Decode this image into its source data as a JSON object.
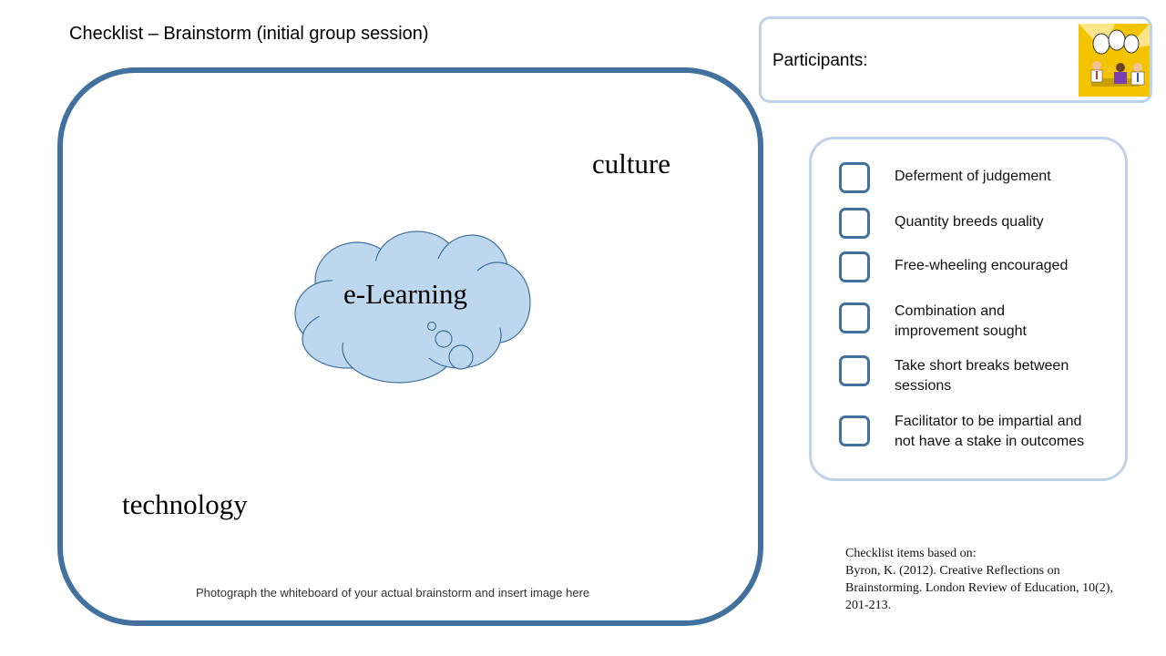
{
  "title": "Checklist – Brainstorm (initial group session)",
  "whiteboard": {
    "center_topic": "e-Learning",
    "words": [
      "culture",
      "technology"
    ],
    "hint": "Photograph the whiteboard of your actual brainstorm and insert image here"
  },
  "participants": {
    "label": "Participants:"
  },
  "checklist": {
    "items": [
      {
        "label": "Deferment of judgement",
        "checked": false
      },
      {
        "label": "Quantity breeds quality",
        "checked": false
      },
      {
        "label": "Free-wheeling encouraged",
        "checked": false
      },
      {
        "label": "Combination and improvement sought",
        "checked": false
      },
      {
        "label": "Take short breaks between sessions",
        "checked": false
      },
      {
        "label": "Facilitator to be impartial and not have a stake in outcomes",
        "checked": false
      }
    ]
  },
  "citation": {
    "heading": "Checklist items based on:",
    "text": "Byron, K. (2012). Creative Reflections on Brainstorming. London Review of Education, 10(2), 201-213."
  },
  "colors": {
    "whiteboard_border": "#41719c",
    "panel_border": "#bcd3ea",
    "cloud_fill": "#bdd7ee",
    "cloud_stroke": "#41719c"
  }
}
